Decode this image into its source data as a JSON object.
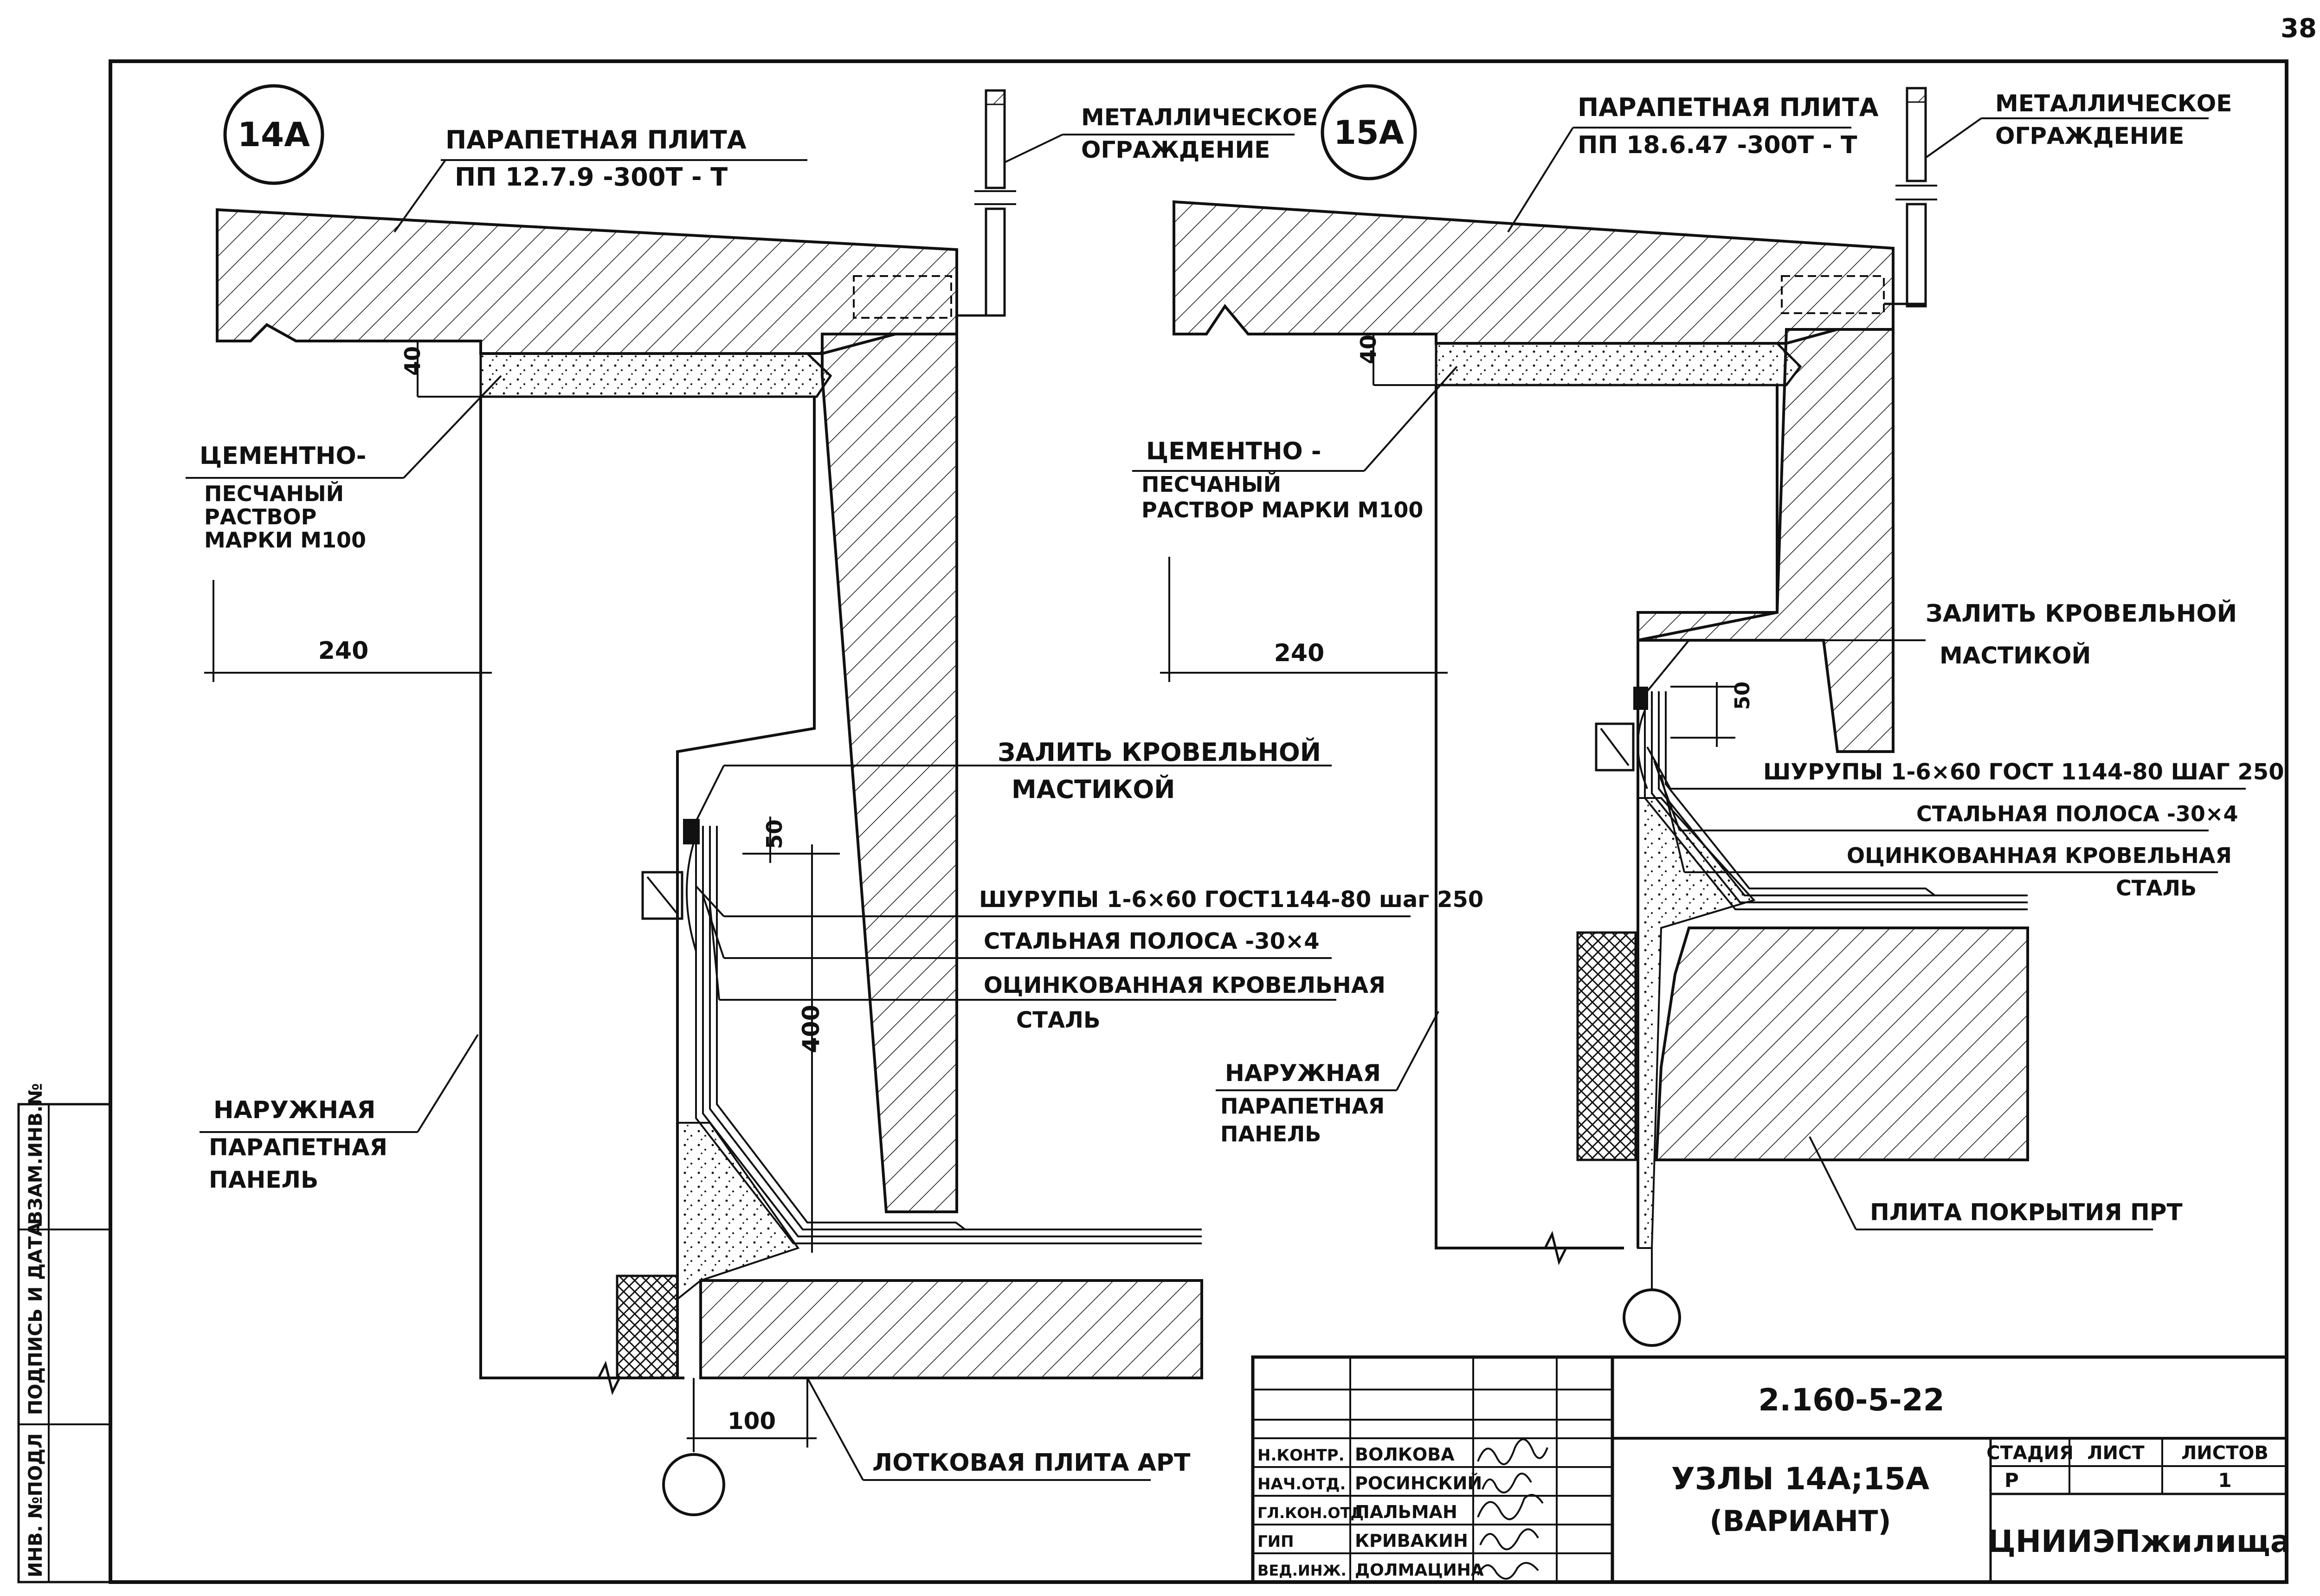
{
  "page_number": "38",
  "node_14a": {
    "marker": "14А",
    "parapet_plate_title": "ПАРАПЕТНАЯ ПЛИТА",
    "parapet_plate_code": "ПП 12.7.9 -300Т - Т",
    "fence_line1": "МЕТАЛЛИЧЕСКОЕ",
    "fence_line2": "ОГРАЖДЕНИЕ",
    "mortar_line1": "ЦЕМЕНТНО-",
    "mortar_line2": "ПЕСЧАНЫЙ",
    "mortar_line3": "РАСТВОР",
    "mortar_line4": "МАРКИ М100",
    "dim_40": "40",
    "dim_240": "240",
    "mastic_line1": "ЗАЛИТЬ КРОВЕЛЬНОЙ",
    "mastic_line2": "МАСТИКОЙ",
    "dim_50": "50",
    "screws": "ШУРУПЫ 1-6×60 ГОСТ1144-80 шаг 250",
    "strip": "СТАЛЬНАЯ ПОЛОСА -30×4",
    "steel_line1": "ОЦИНКОВАННАЯ КРОВЕЛЬНАЯ",
    "steel_line2": "СТАЛЬ",
    "dim_400": "400",
    "panel_line1": "НАРУЖНАЯ",
    "panel_line2": "ПАРАПЕТНАЯ",
    "panel_line3": "ПАНЕЛЬ",
    "dim_100": "100",
    "tray_plate": "ЛОТКОВАЯ ПЛИТА АРТ"
  },
  "node_15a": {
    "marker": "15А",
    "parapet_plate_title": "ПАРАПЕТНАЯ ПЛИТА",
    "parapet_plate_code": "ПП 18.6.47 -300Т - Т",
    "fence_line1": "МЕТАЛЛИЧЕСКОЕ",
    "fence_line2": "ОГРАЖДЕНИЕ",
    "mortar_line1": "ЦЕМЕНТНО -",
    "mortar_line2": "ПЕСЧАНЫЙ",
    "mortar_line3": "РАСТВОР МАРКИ М100",
    "dim_40": "40",
    "dim_240": "240",
    "mastic_line1": "ЗАЛИТЬ КРОВЕЛЬНОЙ",
    "mastic_line2": "МАСТИКОЙ",
    "dim_50": "50",
    "screws": "ШУРУПЫ 1-6×60 ГОСТ 1144-80 ШАГ 250",
    "strip": "СТАЛЬНАЯ ПОЛОСА -30×4",
    "steel_line1": "ОЦИНКОВАННАЯ КРОВЕЛЬНАЯ",
    "steel_line2": "СТАЛЬ",
    "panel_line1": "НАРУЖНАЯ",
    "panel_line2": "ПАРАПЕТНАЯ",
    "panel_line3": "ПАНЕЛЬ",
    "roof_plate": "ПЛИТА ПОКРЫТИЯ ПРТ"
  },
  "side_stamp": {
    "inv_no": "ИНВ. №ПОДЛ",
    "sign_date": "ПОДПИСЬ И ДАТА",
    "replace_inv": "ВЗАМ.ИНВ.№"
  },
  "title_block": {
    "doc_code": "2.160-5-22",
    "title_line1": "УЗЛЫ 14А;15А",
    "title_line2": "(ВАРИАНТ)",
    "stage_header": "СТАДИЯ",
    "sheet_header": "ЛИСТ",
    "sheets_header": "ЛИСТОВ",
    "stage_value": "Р",
    "sheets_value": "1",
    "organization": "ЦНИИЭПжилища",
    "staff": [
      {
        "role": "Н.КОНТР.",
        "name": "ВОЛКОВА"
      },
      {
        "role": "НАЧ.ОТД.",
        "name": "РОСИНСКИЙ"
      },
      {
        "role": "ГЛ.КОН.ОТД",
        "name": "ПАЛЬМАН"
      },
      {
        "role": "ГИП",
        "name": "КРИВАКИН"
      },
      {
        "role": "ВЕД.ИНЖ.",
        "name": "ДОЛМАЦИНА"
      }
    ]
  }
}
